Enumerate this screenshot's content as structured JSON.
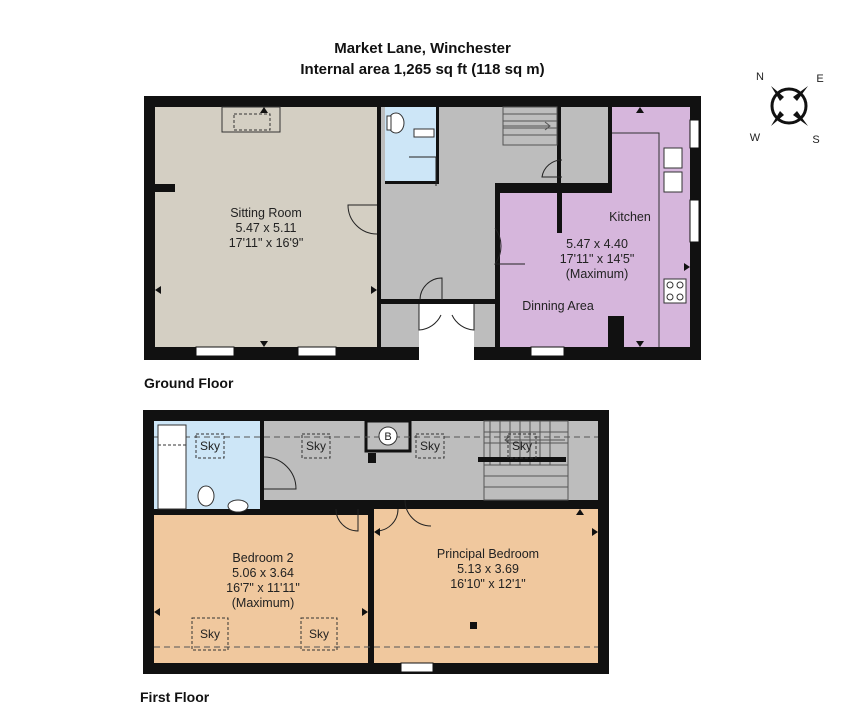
{
  "header": {
    "title": "Market Lane, Winchester",
    "subtitle": "Internal area 1,265 sq ft (118 sq m)"
  },
  "compass": {
    "n": "N",
    "e": "E",
    "s": "S",
    "w": "W"
  },
  "ground_floor": {
    "label": "Ground Floor",
    "sitting_room": {
      "name": "Sitting Room",
      "metric": "5.47 x 5.11",
      "imperial": "17'11\" x 16'9\""
    },
    "kitchen": {
      "name": "Kitchen",
      "metric": "5.47 x 4.40",
      "imperial": "17'11\" x 14'5\"",
      "note": "(Maximum)"
    },
    "dining": {
      "name": "Dinning Area"
    }
  },
  "first_floor": {
    "label": "First Floor",
    "bedroom2": {
      "name": "Bedroom 2",
      "metric": "5.06 x 3.64",
      "imperial": "16'7\" x 11'11\"",
      "note": "(Maximum)"
    },
    "principal": {
      "name": "Principal Bedroom",
      "metric": "5.13 x 3.69",
      "imperial": "16'10\" x 12'1\""
    },
    "skylight_label": "Sky",
    "boiler_label": "B"
  },
  "colors": {
    "wall": "#111111",
    "sitting": "#d4cfc3",
    "hall": "#bdbdbd",
    "kitchen": "#d6b6dc",
    "bathroom": "#cde6f7",
    "bedroom": "#f0c89e"
  }
}
